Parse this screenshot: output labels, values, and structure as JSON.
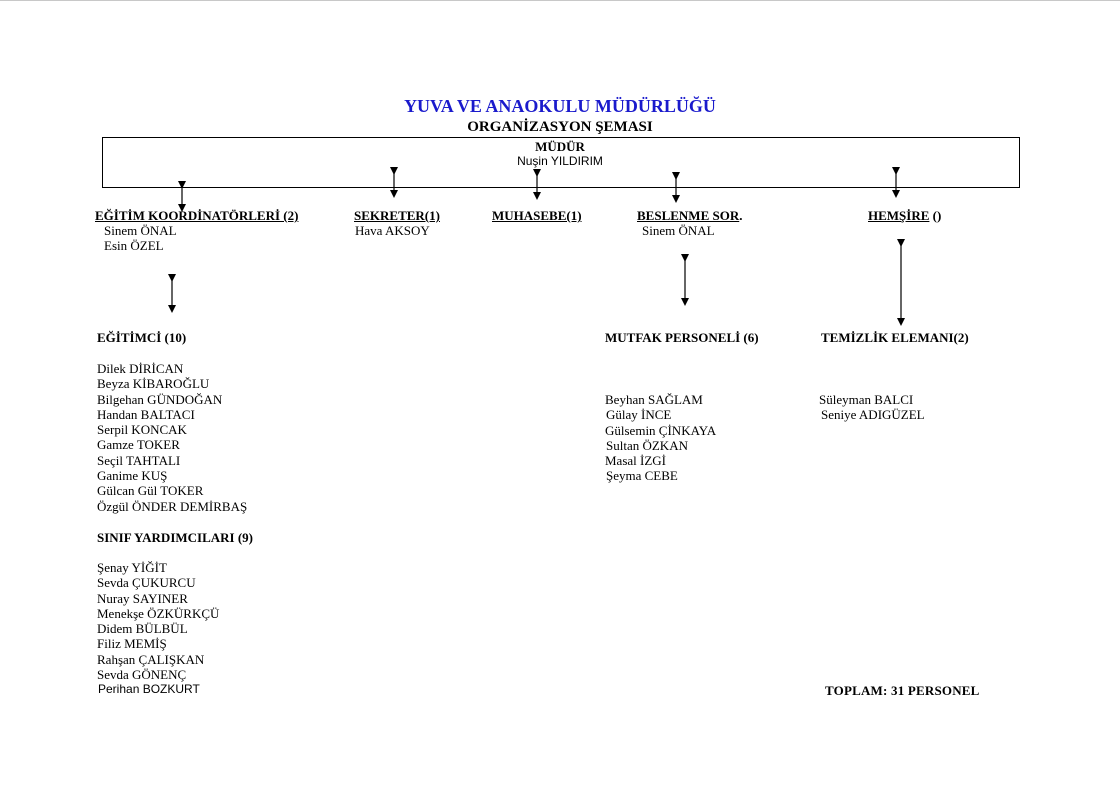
{
  "header": {
    "title": "YUVA VE ANAOKULU MÜDÜRLÜĞÜ",
    "subtitle": "ORGANİZASYON ŞEMASI"
  },
  "director": {
    "label": "MÜDÜR",
    "name": "Nuşin YILDIRIM"
  },
  "departments": {
    "coordinators": {
      "label": " EĞİTİM KOORDİNATÖRLERİ (2)",
      "names": [
        "Sinem ÖNAL",
        "Esin ÖZEL"
      ]
    },
    "secretary": {
      "label": "SEKRETER(1)",
      "names": [
        "Hava AKSOY"
      ]
    },
    "accounting": {
      "label": "MUHASEBE(1)"
    },
    "nutrition": {
      "label": "BESLENME  SOR",
      "suffix": ".",
      "names": [
        "Sinem ÖNAL"
      ]
    },
    "nurse": {
      "label": "HEMŞİRE",
      "suffix": " ()"
    }
  },
  "groups": {
    "teachers": {
      "label": "EĞİTİMCİ (10)",
      "names": [
        "Dilek DİRİCAN",
        "Beyza KİBAROĞLU",
        "Bilgehan GÜNDOĞAN",
        "Handan BALTACI",
        "Serpil KONCAK",
        "Gamze TOKER",
        "Seçil TAHTALI",
        "Ganime KUŞ",
        "Gülcan Gül TOKER",
        "Özgül ÖNDER DEMİRBAŞ"
      ]
    },
    "assistants": {
      "label": "SINIF YARDIMCILARI (9)",
      "names": [
        "Şenay YİĞİT",
        "Sevda ÇUKURCU",
        "Nuray SAYINER",
        "Menekşe ÖZKÜRKÇÜ",
        "Didem BÜLBÜL",
        "Filiz MEMİŞ",
        "Rahşan ÇALIŞKAN",
        "Sevda GÖNENÇ",
        "Perihan BOZKURT"
      ]
    },
    "kitchen": {
      "label": "MUTFAK PERSONELİ (6)",
      "names": [
        "Beyhan SAĞLAM",
        "Gülay İNCE",
        "Gülsemin ÇİNKAYA",
        "Sultan ÖZKAN",
        "Masal İZGİ",
        "Şeyma CEBE"
      ]
    },
    "cleaning": {
      "label": "TEMİZLİK ELEMANI(2)",
      "names": [
        "Süleyman BALCI",
        "Seniye ADIGÜZEL"
      ]
    }
  },
  "total": "TOPLAM: 31 PERSONEL",
  "icons": [
    "double-arrow-icon"
  ]
}
